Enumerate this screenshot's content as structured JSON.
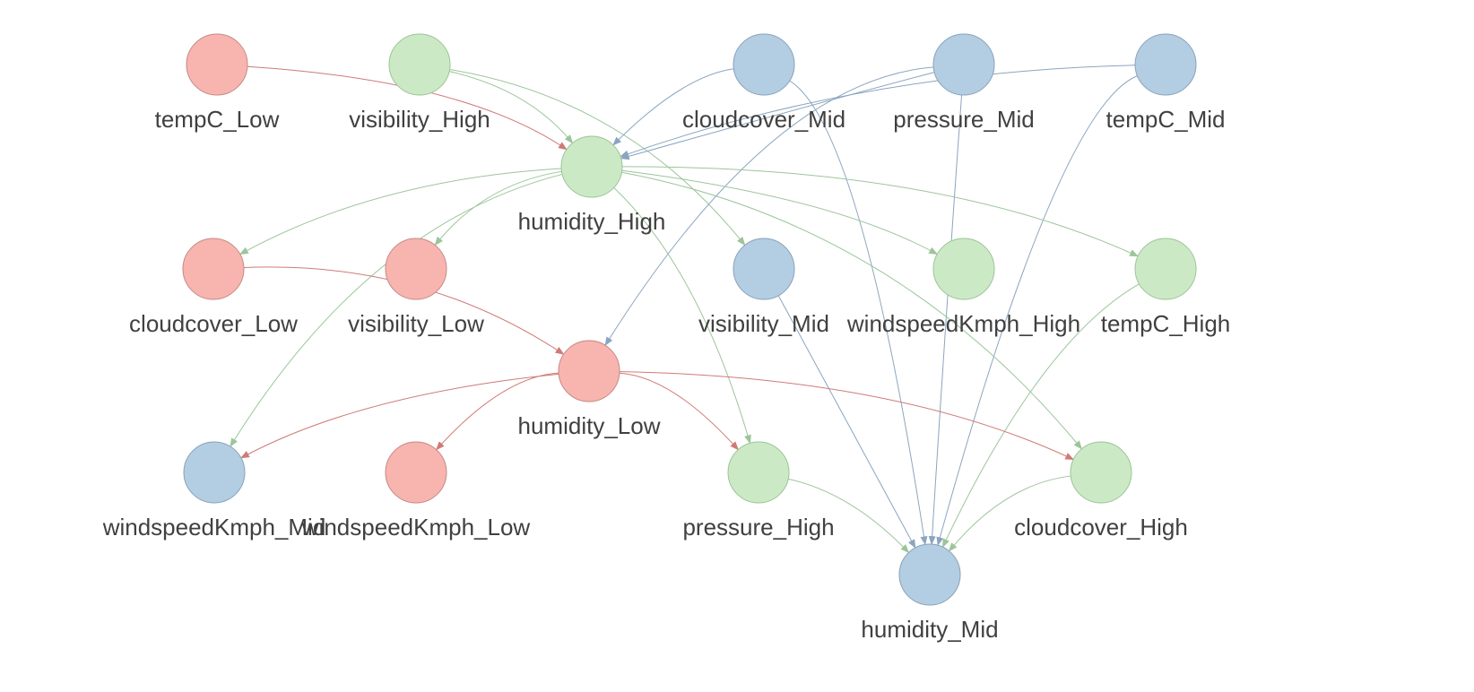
{
  "colors": {
    "red": {
      "fill": "#f8b4ae",
      "stroke": "#c58a86",
      "edge": "#cf7a76"
    },
    "green": {
      "fill": "#cce9c5",
      "stroke": "#9bc497",
      "edge": "#9cc59a"
    },
    "blue": {
      "fill": "#b3cde2",
      "stroke": "#8aa2bb",
      "edge": "#8aa5c0"
    }
  },
  "nodes": [
    {
      "id": "tempC_Low",
      "label": "tempC_Low",
      "color": "red"
    },
    {
      "id": "visibility_High",
      "label": "visibility_High",
      "color": "green"
    },
    {
      "id": "cloudcover_Mid",
      "label": "cloudcover_Mid",
      "color": "blue"
    },
    {
      "id": "pressure_Mid",
      "label": "pressure_Mid",
      "color": "blue"
    },
    {
      "id": "tempC_Mid",
      "label": "tempC_Mid",
      "color": "blue"
    },
    {
      "id": "humidity_High",
      "label": "humidity_High",
      "color": "green"
    },
    {
      "id": "cloudcover_Low",
      "label": "cloudcover_Low",
      "color": "red"
    },
    {
      "id": "visibility_Low",
      "label": "visibility_Low",
      "color": "red"
    },
    {
      "id": "visibility_Mid",
      "label": "visibility_Mid",
      "color": "blue"
    },
    {
      "id": "windspeedKmph_High",
      "label": "windspeedKmph_High",
      "color": "green"
    },
    {
      "id": "tempC_High",
      "label": "tempC_High",
      "color": "green"
    },
    {
      "id": "humidity_Low",
      "label": "humidity_Low",
      "color": "red"
    },
    {
      "id": "windspeedKmph_Mid",
      "label": "windspeedKmph_Mid",
      "color": "blue"
    },
    {
      "id": "windspeedKmph_Low",
      "label": "windspeedKmph_Low",
      "color": "red"
    },
    {
      "id": "pressure_High",
      "label": "pressure_High",
      "color": "green"
    },
    {
      "id": "cloudcover_High",
      "label": "cloudcover_High",
      "color": "green"
    },
    {
      "id": "humidity_Mid",
      "label": "humidity_Mid",
      "color": "blue"
    }
  ],
  "edges": [
    {
      "from": "tempC_Low",
      "to": "humidity_High"
    },
    {
      "from": "visibility_High",
      "to": "humidity_High"
    },
    {
      "from": "visibility_High",
      "to": "visibility_Mid"
    },
    {
      "from": "cloudcover_Mid",
      "to": "humidity_High"
    },
    {
      "from": "cloudcover_Mid",
      "to": "humidity_Mid"
    },
    {
      "from": "pressure_Mid",
      "to": "humidity_High"
    },
    {
      "from": "pressure_Mid",
      "to": "humidity_Low"
    },
    {
      "from": "pressure_Mid",
      "to": "humidity_Mid"
    },
    {
      "from": "tempC_Mid",
      "to": "humidity_High"
    },
    {
      "from": "tempC_Mid",
      "to": "humidity_Mid"
    },
    {
      "from": "humidity_High",
      "to": "cloudcover_Low"
    },
    {
      "from": "humidity_High",
      "to": "visibility_Low"
    },
    {
      "from": "humidity_High",
      "to": "windspeedKmph_Mid"
    },
    {
      "from": "humidity_High",
      "to": "pressure_High"
    },
    {
      "from": "humidity_High",
      "to": "windspeedKmph_High"
    },
    {
      "from": "humidity_High",
      "to": "tempC_High"
    },
    {
      "from": "humidity_High",
      "to": "cloudcover_High"
    },
    {
      "from": "cloudcover_Low",
      "to": "humidity_Low"
    },
    {
      "from": "visibility_Mid",
      "to": "humidity_Mid"
    },
    {
      "from": "tempC_High",
      "to": "humidity_Mid"
    },
    {
      "from": "humidity_Low",
      "to": "windspeedKmph_Mid"
    },
    {
      "from": "humidity_Low",
      "to": "windspeedKmph_Low"
    },
    {
      "from": "humidity_Low",
      "to": "pressure_High"
    },
    {
      "from": "humidity_Low",
      "to": "cloudcover_High"
    },
    {
      "from": "pressure_High",
      "to": "humidity_Mid"
    },
    {
      "from": "cloudcover_High",
      "to": "humidity_Mid"
    }
  ]
}
